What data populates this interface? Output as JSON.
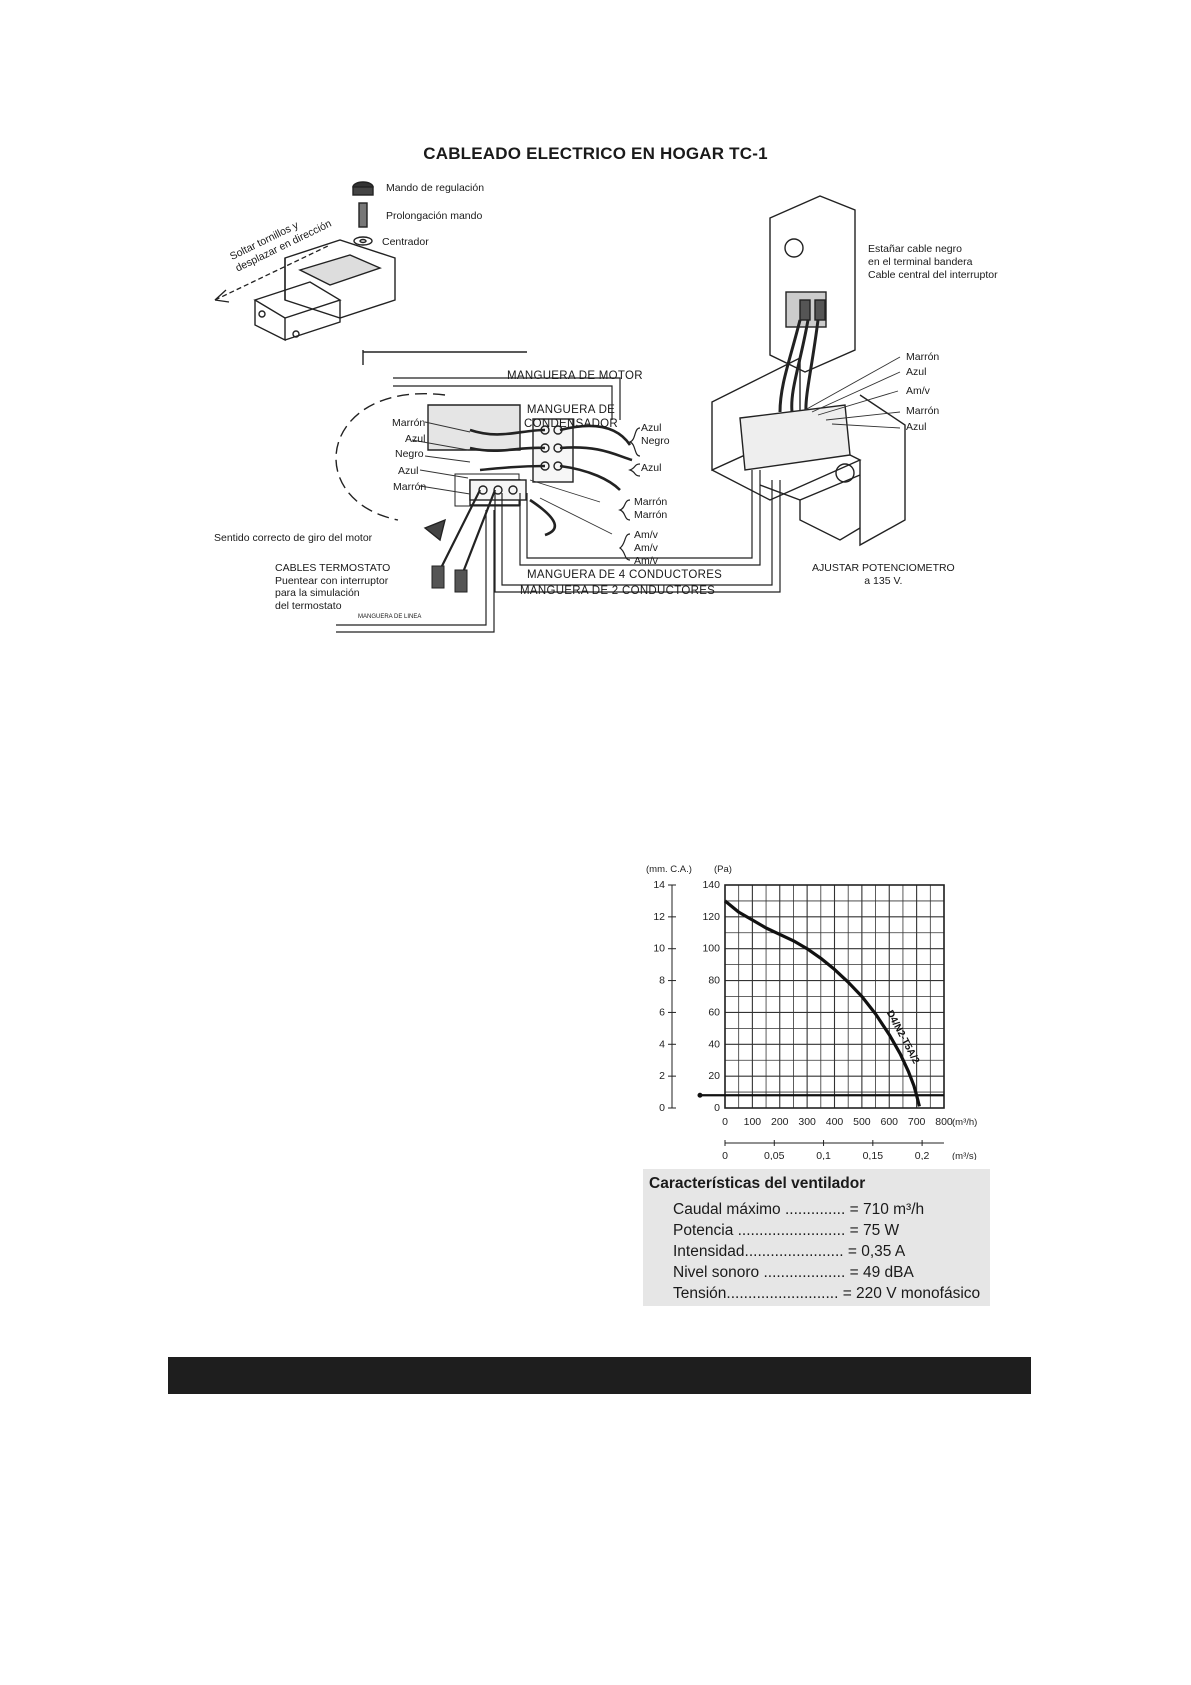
{
  "diagram": {
    "title": "CABLEADO ELECTRICO EN HOGAR TC-1",
    "labels": {
      "mando": "Mando de regulación",
      "prolongacion": "Prolongación mando",
      "centrador": "Centrador",
      "soltar_1": "Soltar tornillos y",
      "soltar_2": "desplazar en dirección",
      "manguera_motor": "MANGUERA DE MOTOR",
      "manguera_cond_1": "MANGUERA DE",
      "manguera_cond_2": "CONDENSADOR",
      "left_marron": "Marrón",
      "left_azul": "Azul",
      "left_negro": "Negro",
      "left_azul2": "Azul",
      "left_marron2": "Marrón",
      "mid_azul": "Azul",
      "mid_negro": "Negro",
      "mid_azul2": "Azul",
      "mid_marron": "Marrón",
      "mid_marron2": "Marrón",
      "amv1": "Am/v",
      "amv2": "Am/v",
      "amv3": "Am/v",
      "sentido": "Sentido correcto de giro del motor",
      "cables_1": "CABLES TERMOSTATO",
      "cables_2": "Puentear con interruptor",
      "cables_3": "para la simulación",
      "cables_4": "del termostato",
      "manguera_linea": "MANGUERA DE LINEA",
      "manguera_4": "MANGUERA DE 4 CONDUCTORES",
      "manguera_2": "MANGUERA DE 2 CONDUCTORES",
      "estanar_1": "Estañar cable negro",
      "estanar_2": "en el terminal bandera",
      "estanar_3": "Cable central del interruptor",
      "right_marron": "Marrón",
      "right_azul": "Azul",
      "right_amv": "Am/v",
      "right_marron2": "Marrón",
      "right_azul2": "Azul",
      "ajustar_1": "AJUSTAR POTENCIOMETRO",
      "ajustar_2": "a 135 V."
    }
  },
  "chart_data": {
    "type": "line",
    "title": "",
    "xlabel": "(m³/h)",
    "x2label": "(m³/s)",
    "ylabel_left": "(mm. C.A.)",
    "ylabel_right": "(Pa)",
    "xlim": [
      0,
      800
    ],
    "ylim": [
      0,
      140
    ],
    "x_ticks": [
      "0",
      "100",
      "200",
      "300",
      "400",
      "500",
      "600",
      "700",
      "800"
    ],
    "x2_ticks": [
      "0",
      "0,05",
      "0,1",
      "0,15",
      "0,2"
    ],
    "y_ticks_pa": [
      "0",
      "20",
      "40",
      "60",
      "80",
      "100",
      "120",
      "140"
    ],
    "y_ticks_mm": [
      "0",
      "2",
      "4",
      "6",
      "8",
      "10",
      "12",
      "14"
    ],
    "curve_label": "D4/N2-T5A/2",
    "series": [
      {
        "x": [
          0,
          50,
          100,
          150,
          200,
          250,
          300,
          350,
          400,
          450,
          500,
          550,
          600,
          640,
          670,
          690,
          700,
          710
        ],
        "y": [
          130,
          123,
          118,
          113,
          109,
          105,
          100,
          94,
          87,
          79,
          70,
          59,
          46,
          34,
          23,
          14,
          8,
          1
        ]
      }
    ],
    "reference_line_y": 8
  },
  "specs": {
    "heading": "Características del ventilador",
    "rows": [
      {
        "label": "Caudal máximo .............. ",
        "value": "= 710 m³/h"
      },
      {
        "label": "Potencia ......................... ",
        "value": "= 75 W"
      },
      {
        "label": "Intensidad....................... ",
        "value": "= 0,35 A"
      },
      {
        "label": "Nivel sonoro ................... ",
        "value": "= 49 dBA"
      },
      {
        "label": "Tensión.......................... ",
        "value": "= 220 V monofásico"
      }
    ]
  }
}
